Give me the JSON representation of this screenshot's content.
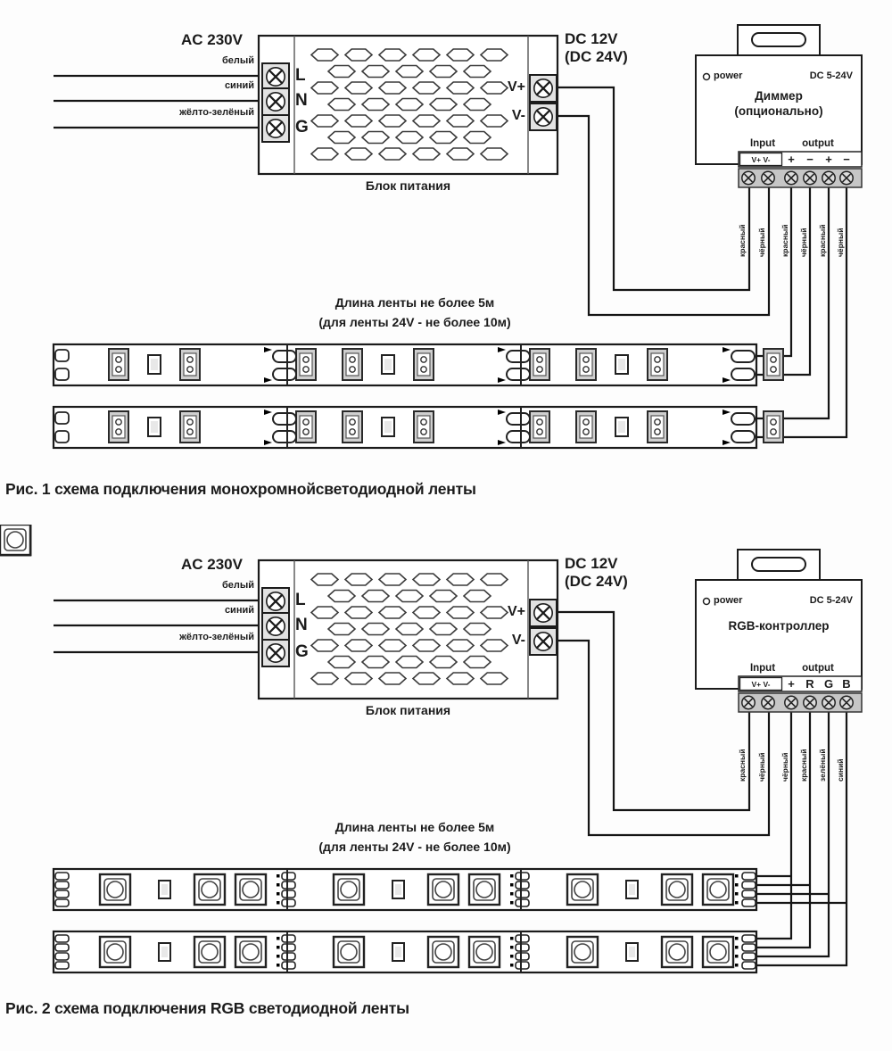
{
  "figures": [
    {
      "ac_label": "AC 230V",
      "input_wires": [
        "белый",
        "синий",
        "жёлто-зелёный"
      ],
      "psu_terminals": [
        "L",
        "N",
        "G"
      ],
      "psu_label": "Блок питания",
      "dc_label_line1": "DC 12V",
      "dc_label_line2": "(DC 24V)",
      "psu_outputs": [
        "V+",
        "V-"
      ],
      "controller": {
        "power_label": "power",
        "voltage_label": "DC 5-24V",
        "title_line1": "Диммер",
        "title_line2": "(опционально)",
        "input_label": "Input",
        "output_label": "output",
        "input_terminals": "V+ V-",
        "output_terminals": [
          "+",
          "−",
          "+",
          "−"
        ],
        "wire_colors": [
          "красный",
          "чёрный",
          "красный",
          "чёрный",
          "красный",
          "чёрный"
        ]
      },
      "strip_note_line1": "Длина ленты не более 5м",
      "strip_note_line2": "(для ленты 24V - не более 10м)",
      "caption": "Рис. 1 схема подключения монохромнойсветодиодной ленты"
    },
    {
      "ac_label": "AC 230V",
      "input_wires": [
        "белый",
        "синий",
        "жёлто-зелёный"
      ],
      "psu_terminals": [
        "L",
        "N",
        "G"
      ],
      "psu_label": "Блок питания",
      "dc_label_line1": "DC 12V",
      "dc_label_line2": "(DC 24V)",
      "psu_outputs": [
        "V+",
        "V-"
      ],
      "controller": {
        "power_label": "power",
        "voltage_label": "DC 5-24V",
        "title_line1": "RGB-контроллер",
        "title_line2": "",
        "input_label": "Input",
        "output_label": "output",
        "input_terminals": "V+ V-",
        "output_terminals": [
          "+",
          "R",
          "G",
          "B"
        ],
        "wire_colors": [
          "красный",
          "чёрный",
          "чёрный",
          "красный",
          "зелёный",
          "синий"
        ]
      },
      "strip_note_line1": "Длина ленты не более 5м",
      "strip_note_line2": "(для ленты 24V - не более 10м)",
      "caption": "Рис. 2 схема подключения RGB светодиодной ленты"
    }
  ]
}
